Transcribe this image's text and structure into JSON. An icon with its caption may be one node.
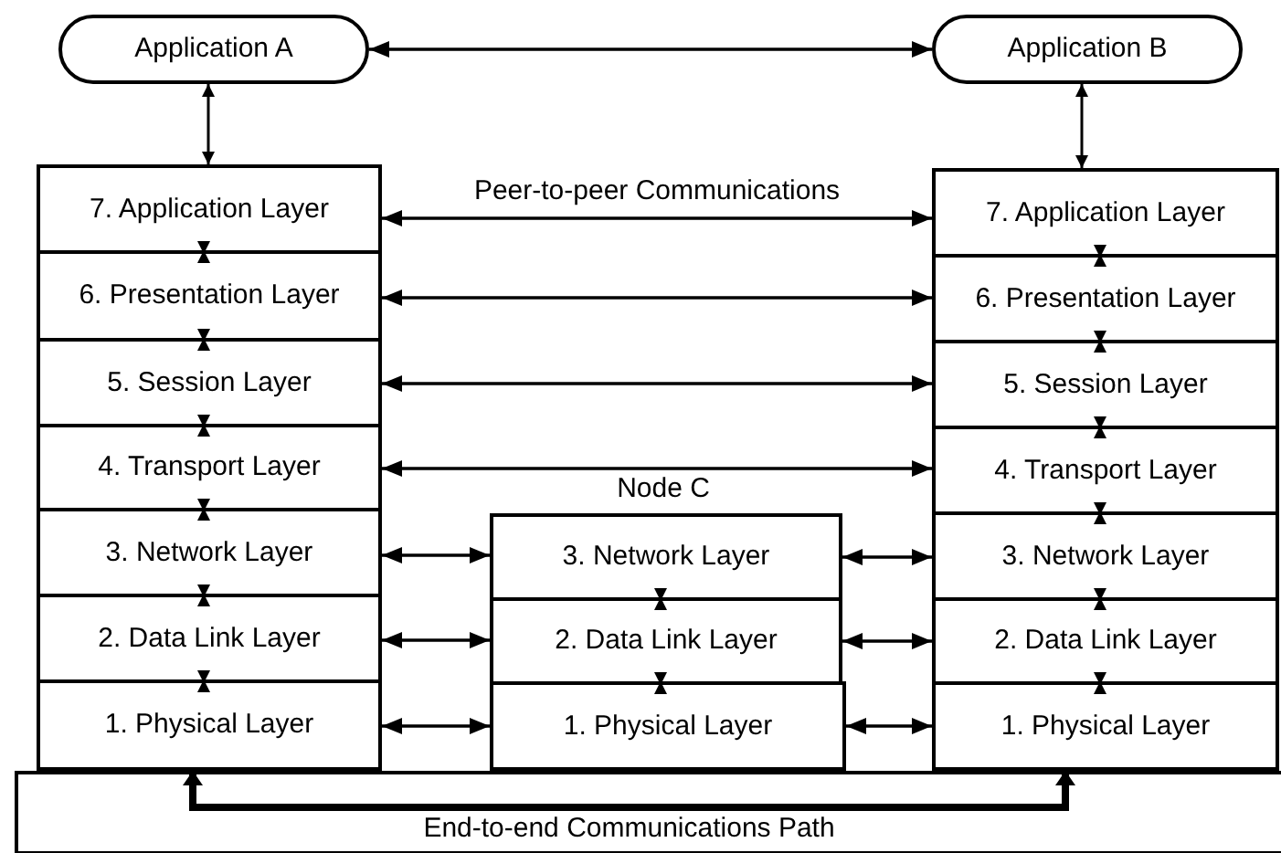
{
  "diagram": {
    "nodes": [
      {
        "text": [
          "Application A"
        ]
      },
      {
        "text": [
          "Application B"
        ]
      },
      {
        "text": [
          "7. Application Layer"
        ]
      },
      {
        "text": [
          "6. Presentation Layer"
        ]
      },
      {
        "text": [
          "5. Session Layer"
        ]
      },
      {
        "text": [
          "4. Transport Layer"
        ]
      },
      {
        "text": [
          "3. Network Layer"
        ]
      },
      {
        "text": [
          "2. Data Link Layer"
        ]
      },
      {
        "text": [
          "1. Physical Layer"
        ]
      },
      {
        "text": [
          "7. Application Layer"
        ]
      },
      {
        "text": [
          "6. Presentation Layer"
        ]
      },
      {
        "text": [
          "5. Session Layer"
        ]
      },
      {
        "text": [
          "4. Transport Layer"
        ]
      },
      {
        "text": [
          "3. Network Layer"
        ]
      },
      {
        "text": [
          "2. Data Link Layer"
        ]
      },
      {
        "text": [
          "1. Physical Layer"
        ]
      },
      {
        "text": [
          "Node C"
        ]
      },
      {
        "text": [
          "3. Network Layer"
        ],
        "in": 16
      },
      {
        "text": [
          "2. Data Link Layer"
        ],
        "in": 16
      },
      {
        "text": [
          "1. Physical Layer"
        ],
        "in": 16
      }
    ],
    "edges": [
      {
        "from": 0,
        "to": 1,
        "arrow": "both"
      },
      {
        "from": 0,
        "to": 2,
        "arrow": "both"
      },
      {
        "from": 1,
        "to": 9,
        "arrow": "both"
      },
      {
        "from": 2,
        "to": 9,
        "arrow": "both",
        "label": "Peer-to-peer Communications"
      },
      {
        "from": 3,
        "to": 10,
        "arrow": "both"
      },
      {
        "from": 4,
        "to": 11,
        "arrow": "both"
      },
      {
        "from": 5,
        "to": 12,
        "arrow": "both"
      },
      {
        "from": 6,
        "to": 17,
        "arrow": "both"
      },
      {
        "from": 17,
        "to": 13,
        "arrow": "both"
      },
      {
        "from": 7,
        "to": 18,
        "arrow": "both"
      },
      {
        "from": 18,
        "to": 14,
        "arrow": "both"
      },
      {
        "from": 8,
        "to": 19,
        "arrow": "both"
      },
      {
        "from": 19,
        "to": 15,
        "arrow": "both"
      },
      {
        "from": 2,
        "to": 3,
        "arrow": "both"
      },
      {
        "from": 3,
        "to": 4,
        "arrow": "both"
      },
      {
        "from": 4,
        "to": 5,
        "arrow": "both"
      },
      {
        "from": 5,
        "to": 6,
        "arrow": "both"
      },
      {
        "from": 6,
        "to": 7,
        "arrow": "both"
      },
      {
        "from": 7,
        "to": 8,
        "arrow": "both"
      },
      {
        "from": 9,
        "to": 10,
        "arrow": "both"
      },
      {
        "from": 10,
        "to": 11,
        "arrow": "both"
      },
      {
        "from": 11,
        "to": 12,
        "arrow": "both"
      },
      {
        "from": 12,
        "to": 13,
        "arrow": "both"
      },
      {
        "from": 13,
        "to": 14,
        "arrow": "both"
      },
      {
        "from": 14,
        "to": 15,
        "arrow": "both"
      },
      {
        "from": 17,
        "to": 18,
        "arrow": "both"
      },
      {
        "from": 18,
        "to": 19,
        "arrow": "both"
      },
      {
        "from": 8,
        "to": 15,
        "arrow": "both",
        "style": "thick",
        "label": "End-to-end Communications Path"
      }
    ]
  }
}
